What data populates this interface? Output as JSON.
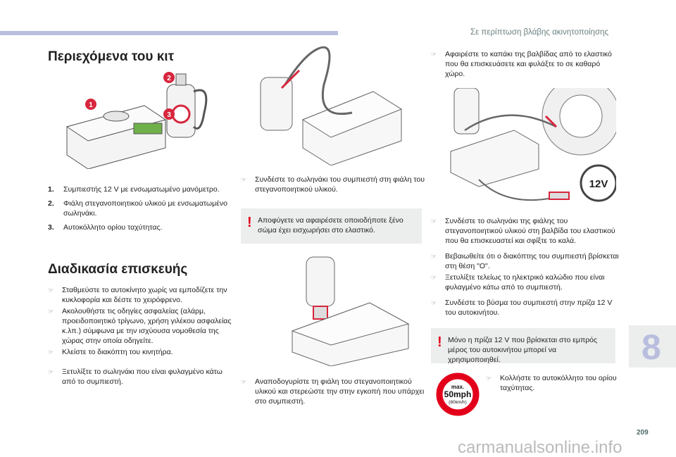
{
  "header": {
    "section": "Σε περίπτωση βλάβης ακινητοποίησης",
    "chapter": "8",
    "page_number": "209"
  },
  "kit": {
    "title": "Περιεχόμενα του κιτ",
    "callouts": [
      "1",
      "2",
      "3"
    ],
    "items": [
      {
        "num": "1.",
        "text": "Συμπιεστής 12 V με ενσωματωμένο μανόμετρο."
      },
      {
        "num": "2.",
        "text": "Φιάλη στεγανοποιητικού υλικού με ενσωματωμένο σωληνάκι."
      },
      {
        "num": "3.",
        "text": "Αυτοκόλλητο ορίου ταχύτητας."
      }
    ]
  },
  "repair": {
    "title": "Διαδικασία επισκευής",
    "steps_a": [
      "Σταθμεύστε το αυτοκίνητο χωρίς να εμποδίζετε την κυκλοφορία και δέστε το χειρόφρενο.",
      "Ακολουθήστε τις οδηγίες ασφαλείας (αλάρμ, προειδοποιητικό τρίγωνο, χρήση γιλέκου ασφαλείας κ.λπ.) σύμφωνα με την ισχύουσα νομοθεσία της χώρας στην οποία οδηγείτε.",
      "Κλείστε το διακόπτη του κινητήρα."
    ],
    "step_unroll": "Ξετυλίξτε το σωληνάκι που είναι φυλαγμένο κάτω από το συμπιεστή.",
    "step_connect": "Συνδέστε το σωληνάκι του συμπιεστή στη φιάλη του στεγανοποιητικού υλικού.",
    "warning1": "Αποφύγετε να αφαιρέσετε οποιοδήποτε ξένο σώμα έχει εισχωρήσει στο ελαστικό.",
    "step_invert": "Αναποδογυρίστε τη φιάλη του στεγανοποιητικού υλικού και στερεώστε την στην εγκοπή που υπάρχει στο συμπιεστή.",
    "step_cap": "Αφαιρέστε το καπάκι της βαλβίδας από το ελαστικό που θα επισκευάσετε και φυλάξτε το σε καθαρό χώρο.",
    "plug_label": "12V",
    "steps_b": [
      "Συνδέστε το σωληνάκι της φιάλης του στεγανοποιητικού υλικού στη βαλβίδα του ελαστικού που θα επισκευαστεί και σφίξτε το καλά.",
      "Βεβαιωθείτε ότι ο διακόπτης του συμπιεστή βρίσκεται στη θέση \"O\".",
      "Ξετυλίξτε τελείως το ηλεκτρικό καλώδιο που είναι φυλαγμένο κάτω από το συμπιεστή."
    ],
    "step_plug": "Συνδέστε το βύσμα του συμπιεστή στην πρίζα 12 V του αυτοκινήτου.",
    "warning2": "Μόνο η πρίζα 12 V που βρίσκεται στο εμπρός μέρος του αυτοκινήτου μπορεί να χρησιμοποιηθεί.",
    "sticker": {
      "line1": "max.",
      "line2": "50mph",
      "line3": "(80km/h)"
    },
    "step_sticker": "Κολλήστε το αυτοκόλλητο του ορίου ταχύτητας."
  },
  "watermark": "carmanualsonline.info",
  "colors": {
    "accent": "#b9bedf",
    "warning": "#e3001b",
    "callout": "#d7263d",
    "note_bg": "#eceeed"
  }
}
